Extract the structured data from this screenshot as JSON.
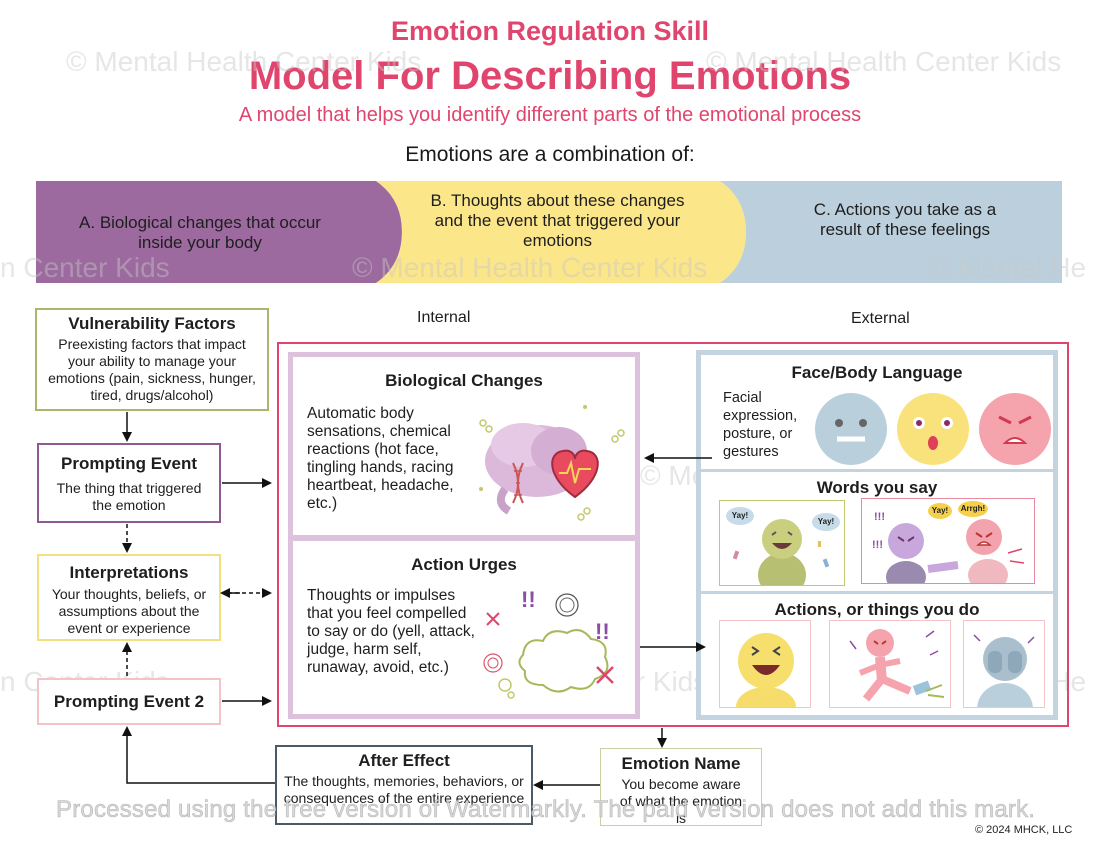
{
  "header": {
    "skill_label": "Emotion Regulation Skill",
    "title": "Model For Describing Emotions",
    "subtitle": "A model that helps you identify different parts of the emotional process",
    "combination_label": "Emotions are a combination of:"
  },
  "bands": [
    {
      "label": "A.   Biological changes that occur inside your body",
      "color": "#9c6a9e"
    },
    {
      "label": "B.   Thoughts about these changes and the event that triggered your emotions",
      "color": "#fbe68a"
    },
    {
      "label": "C.   Actions you take as a result of these feelings",
      "color": "#bccfdc"
    }
  ],
  "columns": {
    "internal": "Internal",
    "external": "External"
  },
  "left_flow": {
    "vulnerability": {
      "title": "Vulnerability Factors",
      "body": "Preexisting factors that impact your ability to manage your emotions (pain, sickness, hunger, tired, drugs/alcohol)",
      "color": "#a9b66e"
    },
    "prompting": {
      "title": "Prompting Event",
      "body": "The thing that triggered the emotion",
      "color": "#8f5a8f"
    },
    "interpretations": {
      "title": "Interpretations",
      "body": "Your thoughts, beliefs, or assumptions about the event or experience",
      "color": "#f2df80"
    },
    "prompting2": {
      "title": "Prompting Event 2",
      "color": "#f3c3c8"
    }
  },
  "internal_panels": {
    "biological": {
      "title": "Biological Changes",
      "body": "Automatic body sensations, chemical reactions (hot face, tingling hands, racing heartbeat, headache, etc.)"
    },
    "urges": {
      "title": "Action Urges",
      "body": "Thoughts or impulses that you feel compelled to say or do (yell, attack, judge, harm self, runaway, avoid, etc.)"
    }
  },
  "external_panels": {
    "face_body": {
      "title": "Face/Body Language",
      "body": "Facial expression, posture, or gestures"
    },
    "words": {
      "title": "Words you say",
      "bubbles": [
        "Yay!",
        "Yay!",
        "Yay!",
        "Arrgh!"
      ],
      "marks": "!!!"
    },
    "actions": {
      "title": "Actions, or things you do"
    }
  },
  "bottom": {
    "after_effect": {
      "title": "After Effect",
      "body": "The thoughts, memories, behaviors, or consequences of the entire experience",
      "color": "#4a5a66"
    },
    "emotion_name": {
      "title": "Emotion Name",
      "body": "You become aware of what the emotion is",
      "color": "#c9d0a4"
    }
  },
  "watermark": {
    "text": "© Mental Health Center Kids",
    "partial_left": "n Center Kids",
    "partial_right": "© Mental He",
    "watermarkly": "Processed using the free version of Watermarkly. The paid version does not add this mark."
  },
  "copyright": "© 2024 MHCK, LLC",
  "colors": {
    "accent": "#e0456e",
    "frame": "#e0456e",
    "internal_border": "#dcc2dc",
    "external_border": "#c3d4e0"
  }
}
